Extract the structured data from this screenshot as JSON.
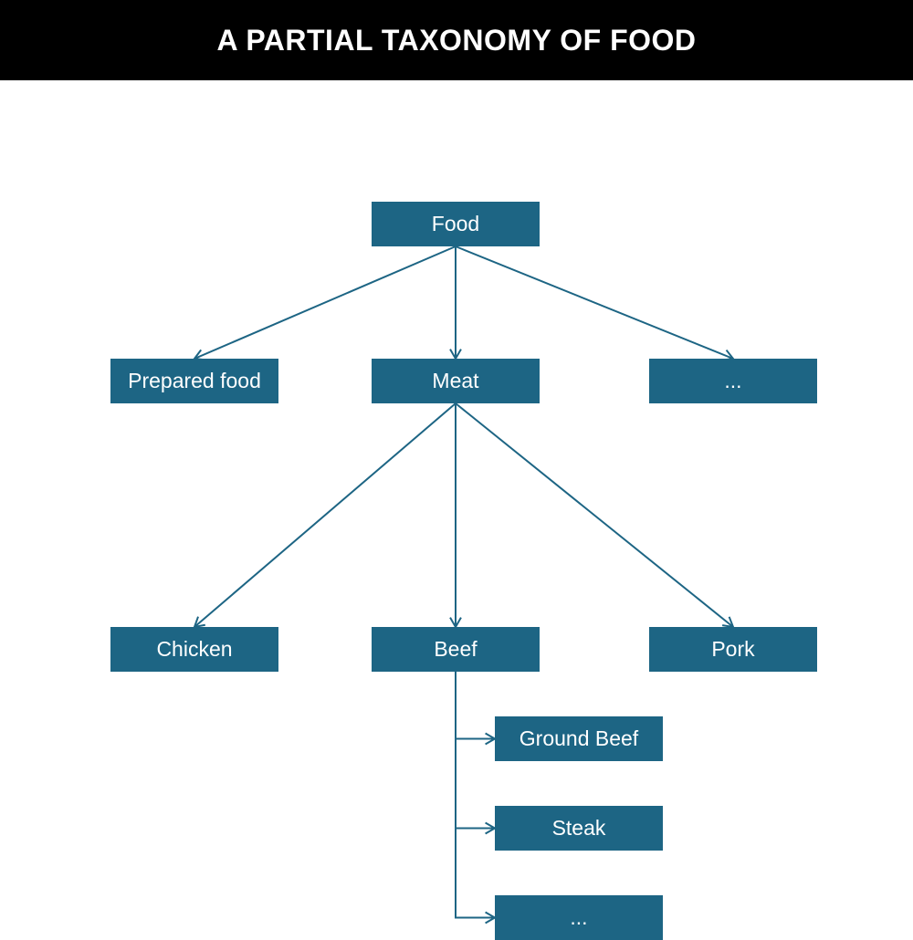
{
  "title": "A PARTIAL TAXONOMY OF FOOD",
  "colors": {
    "node_fill": "#1d6584",
    "edge": "#1d6584",
    "title_bg": "#000000",
    "title_text": "#ffffff",
    "node_text": "#ffffff"
  },
  "nodes": {
    "food": "Food",
    "prepared_food": "Prepared food",
    "meat": "Meat",
    "more_food": "...",
    "chicken": "Chicken",
    "beef": "Beef",
    "pork": "Pork",
    "ground_beef": "Ground Beef",
    "steak": "Steak",
    "more_beef": "..."
  },
  "edges": [
    {
      "from": "food",
      "to": "prepared_food"
    },
    {
      "from": "food",
      "to": "meat"
    },
    {
      "from": "food",
      "to": "more_food"
    },
    {
      "from": "meat",
      "to": "chicken"
    },
    {
      "from": "meat",
      "to": "beef"
    },
    {
      "from": "meat",
      "to": "pork"
    },
    {
      "from": "beef",
      "to": "ground_beef"
    },
    {
      "from": "beef",
      "to": "steak"
    },
    {
      "from": "beef",
      "to": "more_beef"
    }
  ]
}
